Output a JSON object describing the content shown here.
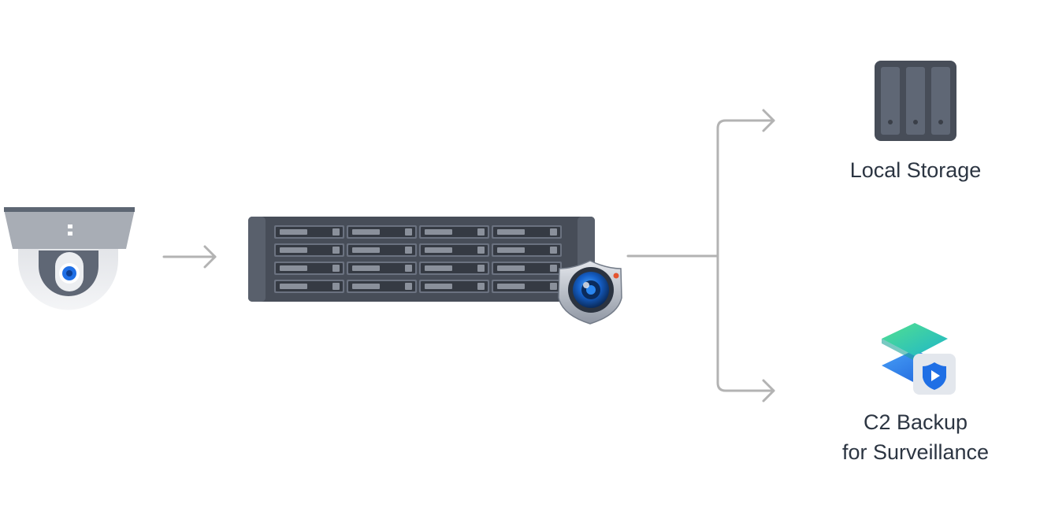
{
  "nodes": {
    "camera": {
      "icon": "dome-camera-icon"
    },
    "nvr": {
      "icon": "rackmount-nas-icon",
      "badge_icon": "surveillance-station-icon"
    },
    "local_storage": {
      "icon": "nas-tower-icon",
      "label": "Local Storage"
    },
    "c2_backup": {
      "icon": "c2-backup-surveillance-icon",
      "label_line1": "C2 Backup",
      "label_line2": "for Surveillance"
    }
  },
  "colors": {
    "arrow": "#b3b3b3",
    "text": "#2c3542",
    "device_dark": "#474d58",
    "device_light": "#a8adb5",
    "accent_blue": "#1f6fe5",
    "accent_green": "#2fc7a0"
  }
}
